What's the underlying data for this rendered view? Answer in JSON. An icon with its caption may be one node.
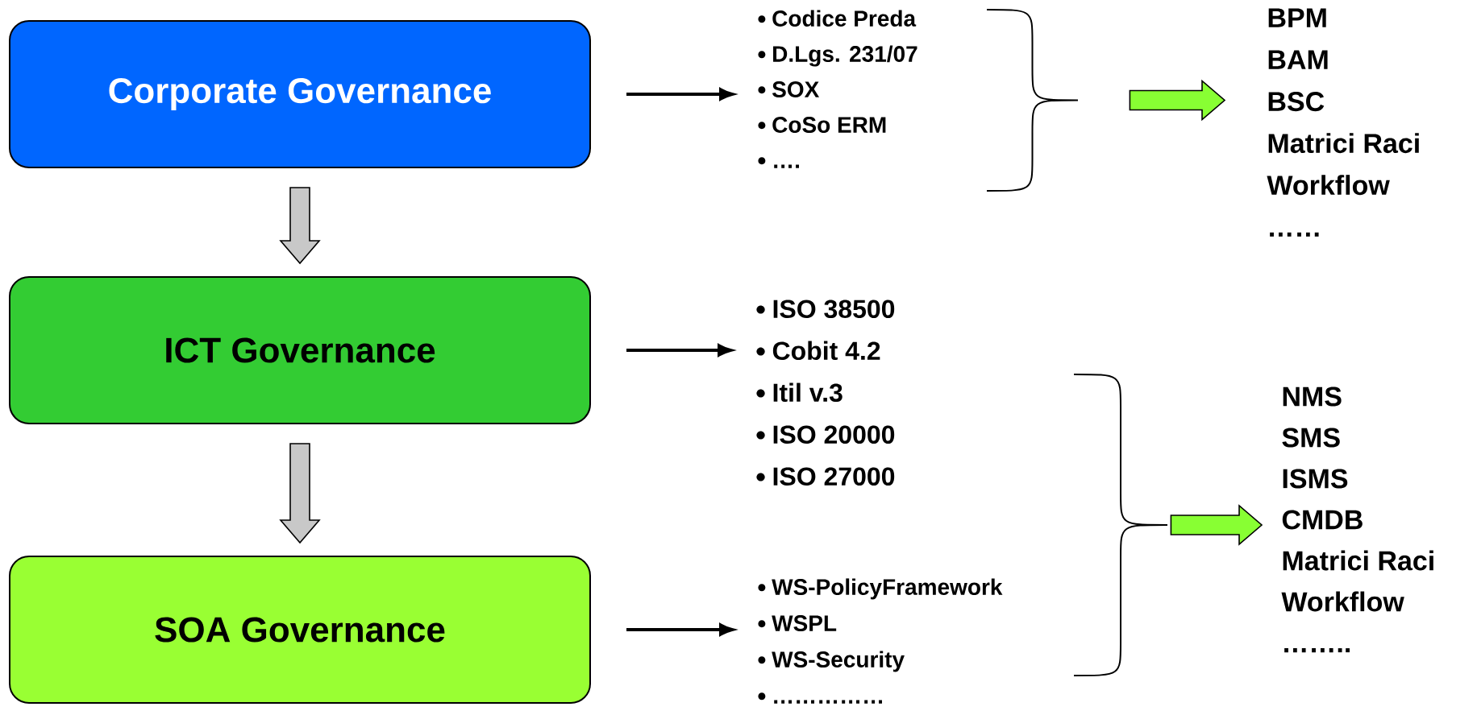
{
  "diagram": {
    "nodes": [
      {
        "text": [
          "Corporate Governance"
        ]
      },
      {
        "text": [
          "ICT Governance"
        ]
      },
      {
        "text": [
          "SOA Governance"
        ]
      },
      {
        "text": [
          "Codice Preda",
          "D.Lgs. 231/07",
          "SOX",
          "CoSo ERM",
          "…."
        ]
      },
      {
        "text": [],
        "shape": "brace"
      },
      {
        "text": [
          "BPM",
          "BAM",
          "BSC",
          "Matrici Raci",
          "Workflow",
          "……"
        ]
      },
      {
        "text": [
          "ISO 38500",
          "Cobit 4.2",
          "Itil v.3",
          "ISO 20000",
          "ISO 27000"
        ]
      },
      {
        "text": [
          "WS-PolicyFramework",
          "WSPL",
          "WS-Security",
          "……………"
        ]
      },
      {
        "text": [],
        "shape": "brace"
      },
      {
        "text": [
          "NMS",
          "SMS",
          "ISMS",
          "CMDB",
          "Matrici Raci",
          "Workflow",
          "…….."
        ]
      }
    ],
    "edges": [
      {
        "from": 0,
        "to": 1,
        "arrow": "to",
        "style": "thick",
        "color": "#c8c8c8"
      },
      {
        "from": 1,
        "to": 2,
        "arrow": "to",
        "style": "thick",
        "color": "#c8c8c8"
      },
      {
        "from": 0,
        "to": 3,
        "arrow": "to"
      },
      {
        "from": 1,
        "to": 6,
        "arrow": "to"
      },
      {
        "from": 2,
        "to": 7,
        "arrow": "to"
      },
      {
        "from": 4,
        "to": 5,
        "arrow": "to",
        "style": "thick",
        "color": "#88ff33"
      },
      {
        "from": 8,
        "to": 9,
        "arrow": "to",
        "style": "thick",
        "color": "#88ff33"
      }
    ]
  }
}
